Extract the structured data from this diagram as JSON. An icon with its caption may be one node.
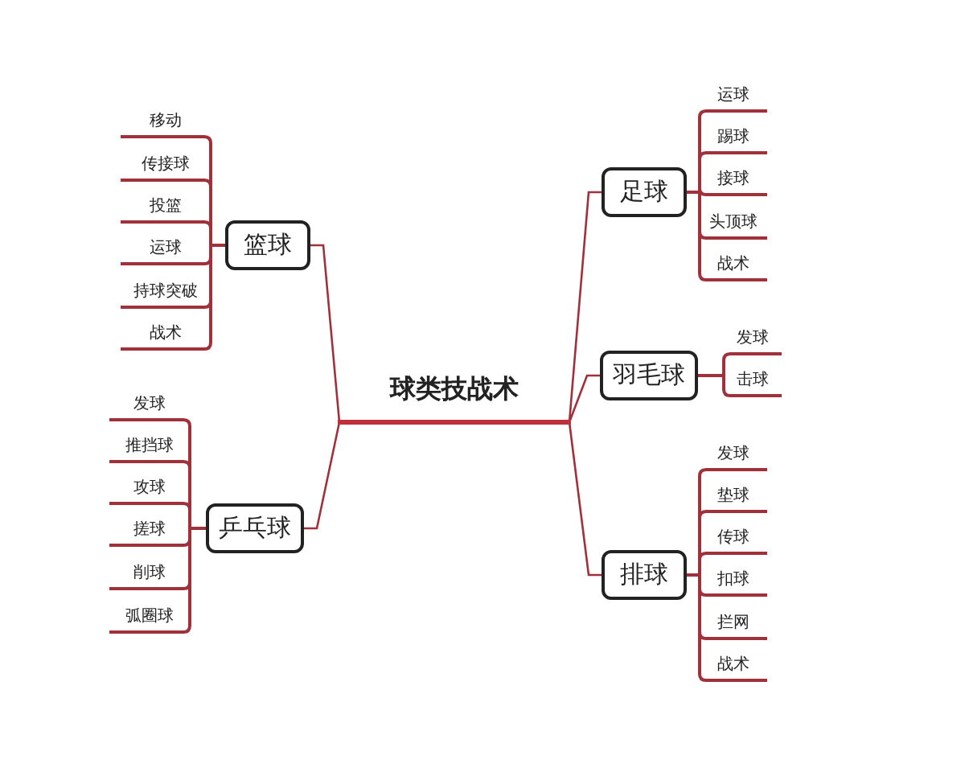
{
  "diagram": {
    "nodes": [
      {
        "text": [
          "球类技战术"
        ]
      },
      {
        "text": [
          "篮球"
        ]
      },
      {
        "text": [
          "移动"
        ]
      },
      {
        "text": [
          "传接球"
        ]
      },
      {
        "text": [
          "投篮"
        ]
      },
      {
        "text": [
          "运球"
        ]
      },
      {
        "text": [
          "持球突破"
        ]
      },
      {
        "text": [
          "战术"
        ]
      },
      {
        "text": [
          "乒乓球"
        ]
      },
      {
        "text": [
          "发球"
        ]
      },
      {
        "text": [
          "推挡球"
        ]
      },
      {
        "text": [
          "攻球"
        ]
      },
      {
        "text": [
          "搓球"
        ]
      },
      {
        "text": [
          "削球"
        ]
      },
      {
        "text": [
          "弧圈球"
        ]
      },
      {
        "text": [
          "足球"
        ]
      },
      {
        "text": [
          "运球"
        ]
      },
      {
        "text": [
          "踢球"
        ]
      },
      {
        "text": [
          "接球"
        ]
      },
      {
        "text": [
          "头顶球"
        ]
      },
      {
        "text": [
          "战术"
        ]
      },
      {
        "text": [
          "羽毛球"
        ]
      },
      {
        "text": [
          "发球"
        ]
      },
      {
        "text": [
          "击球"
        ]
      },
      {
        "text": [
          "排球"
        ]
      },
      {
        "text": [
          "发球"
        ]
      },
      {
        "text": [
          "垫球"
        ]
      },
      {
        "text": [
          "传球"
        ]
      },
      {
        "text": [
          "扣球"
        ]
      },
      {
        "text": [
          "拦网"
        ]
      },
      {
        "text": [
          "战术"
        ]
      }
    ],
    "edges": [
      {
        "from": 0,
        "to": 1,
        "arrow": "none"
      },
      {
        "from": 0,
        "to": 8,
        "arrow": "none"
      },
      {
        "from": 0,
        "to": 15,
        "arrow": "none"
      },
      {
        "from": 0,
        "to": 21,
        "arrow": "none"
      },
      {
        "from": 0,
        "to": 24,
        "arrow": "none"
      },
      {
        "from": 1,
        "to": 2,
        "arrow": "none"
      },
      {
        "from": 1,
        "to": 3,
        "arrow": "none"
      },
      {
        "from": 1,
        "to": 4,
        "arrow": "none"
      },
      {
        "from": 1,
        "to": 5,
        "arrow": "none"
      },
      {
        "from": 1,
        "to": 6,
        "arrow": "none"
      },
      {
        "from": 1,
        "to": 7,
        "arrow": "none"
      },
      {
        "from": 8,
        "to": 9,
        "arrow": "none"
      },
      {
        "from": 8,
        "to": 10,
        "arrow": "none"
      },
      {
        "from": 8,
        "to": 11,
        "arrow": "none"
      },
      {
        "from": 8,
        "to": 12,
        "arrow": "none"
      },
      {
        "from": 8,
        "to": 13,
        "arrow": "none"
      },
      {
        "from": 8,
        "to": 14,
        "arrow": "none"
      },
      {
        "from": 15,
        "to": 16,
        "arrow": "none"
      },
      {
        "from": 15,
        "to": 17,
        "arrow": "none"
      },
      {
        "from": 15,
        "to": 18,
        "arrow": "none"
      },
      {
        "from": 15,
        "to": 19,
        "arrow": "none"
      },
      {
        "from": 15,
        "to": 20,
        "arrow": "none"
      },
      {
        "from": 21,
        "to": 22,
        "arrow": "none"
      },
      {
        "from": 21,
        "to": 23,
        "arrow": "none"
      },
      {
        "from": 24,
        "to": 25,
        "arrow": "none"
      },
      {
        "from": 24,
        "to": 26,
        "arrow": "none"
      },
      {
        "from": 24,
        "to": 27,
        "arrow": "none"
      },
      {
        "from": 24,
        "to": 28,
        "arrow": "none"
      },
      {
        "from": 24,
        "to": 29,
        "arrow": "none"
      },
      {
        "from": 24,
        "to": 30,
        "arrow": "none"
      }
    ]
  }
}
